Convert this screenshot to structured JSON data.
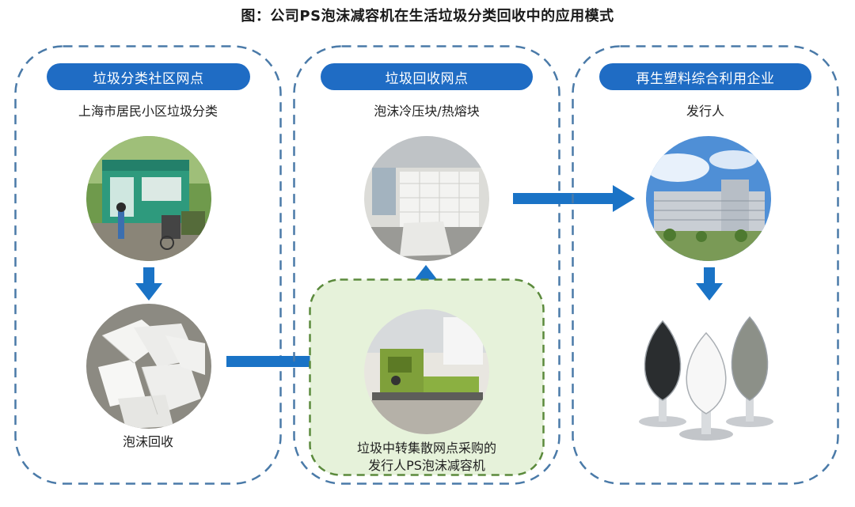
{
  "title": "图：公司PS泡沫减容机在生活垃圾分类回收中的应用模式",
  "panels": [
    {
      "header": "垃圾分类社区网点",
      "caption": "上海市居民小区垃圾分类",
      "bottom_caption": "泡沫回收"
    },
    {
      "header": "垃圾回收网点",
      "caption": "泡沫冷压块/热熔块",
      "green_caption_line1": "垃圾中转集散网点采购的",
      "green_caption_line2": "发行人PS泡沫减容机"
    },
    {
      "header": "再生塑料综合利用企业",
      "caption": "发行人"
    }
  ],
  "colors": {
    "pill": "#1f6cc4",
    "arrow": "#1a73c6",
    "panel_border": "#4a7aa8",
    "green_border": "#5b8a3c",
    "green_fill": "#e6f2da"
  }
}
